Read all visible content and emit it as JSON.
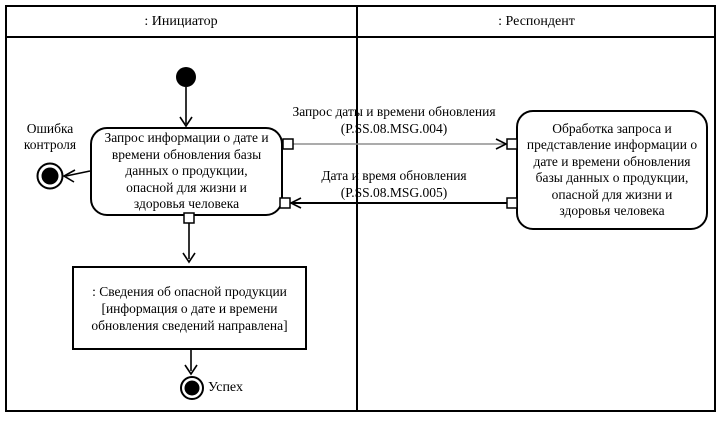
{
  "colors": {
    "line": "#000000",
    "request_line": "#8f8f8f",
    "background": "#ffffff"
  },
  "lanes": {
    "initiator": ": Инициатор",
    "respondent": ": Респондент"
  },
  "nodes": {
    "initiator_activity": "Запрос информации о дате и времени обновления базы данных о продукции, опасной для жизни и здоровья человека",
    "respondent_activity": "Обработка запроса и представление информации о дате и времени обновления базы данных о продукции, опасной для жизни и здоровья человека",
    "object_name": ": Сведения об опасной продукции",
    "object_state": "[информация о дате и времени обновления сведений направлена]",
    "error_label": "Ошибка контроля",
    "success_label": "Успех"
  },
  "messages": {
    "request": {
      "name": "Запрос даты и времени обновления",
      "code": "(P.SS.08.MSG.004)"
    },
    "response": {
      "name": "Дата и время обновления",
      "code": "(P.SS.08.MSG.005)"
    }
  }
}
